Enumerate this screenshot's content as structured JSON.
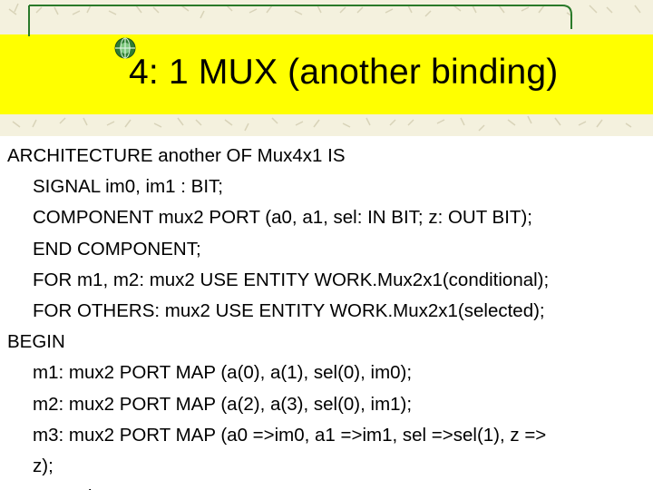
{
  "slide": {
    "title": "4: 1 MUX (another binding)",
    "background_color": "#f4f1de",
    "title_band_color": "#ffff00",
    "frame_line_color": "#2a7a2a",
    "bullet_icon": "globe-bullet-icon"
  },
  "code": {
    "lines": [
      "ARCHITECTURE another OF Mux4x1 IS",
      "SIGNAL im0, im1 : BIT;",
      "COMPONENT mux2 PORT (a0, a1, sel: IN BIT; z: OUT BIT);",
      "END COMPONENT;",
      "FOR m1, m2: mux2 USE ENTITY WORK.Mux2x1(conditional);",
      "FOR OTHERS: mux2 USE ENTITY WORK.Mux2x1(selected);",
      "BEGIN",
      "m1: mux2 PORT MAP (a(0), a(1), sel(0), im0);",
      "m2: mux2 PORT MAP (a(2), a(3), sel(0), im1);",
      "m3: mux2 PORT MAP (a0 =>im0, a1 =>im1, sel =>sel(1), z =>",
      "z);",
      "END another;"
    ]
  }
}
